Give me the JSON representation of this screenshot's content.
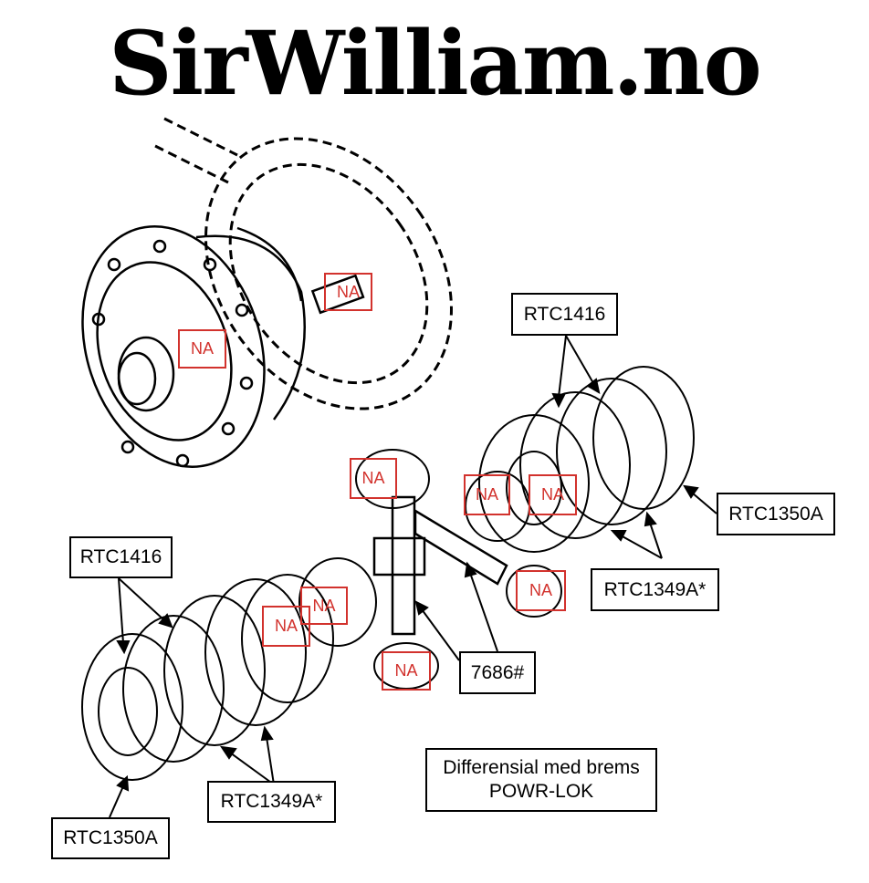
{
  "brand": {
    "logo_text": "SirWilliam.no"
  },
  "caption": {
    "line1": "Differensial med brems",
    "line2": "POWR-LOK"
  },
  "parts": {
    "top_plates": "RTC1416",
    "top_end_plate": "RTC1350A",
    "top_discs": "RTC1349A*",
    "left_plates": "RTC1416",
    "left_discs": "RTC1349A*",
    "left_end_plate": "RTC1350A",
    "cross_shaft": "7686#"
  },
  "not_available_marker": "NA",
  "colors": {
    "na_marker": "#d2322d",
    "line": "#000000",
    "background": "#ffffff"
  }
}
